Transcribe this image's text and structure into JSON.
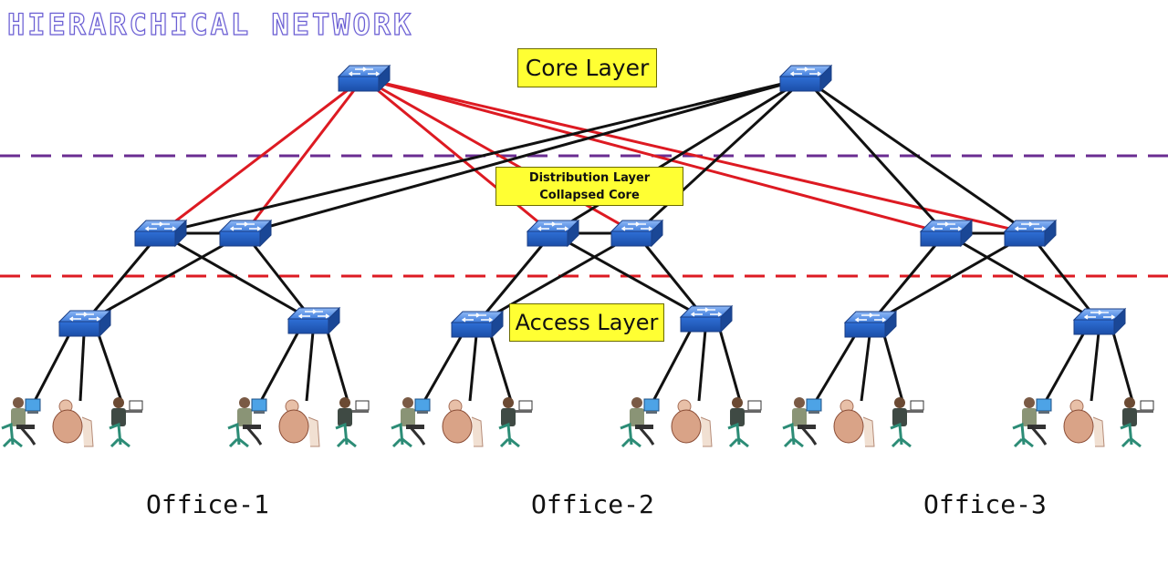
{
  "title": "HIERARCHICAL NETWORK",
  "layers": {
    "core": "Core Layer",
    "distribution_line1": "Distribution Layer",
    "distribution_line2": "Collapsed Core",
    "access": "Access Layer"
  },
  "offices": [
    "Office-1",
    "Office-2",
    "Office-3"
  ],
  "colors": {
    "core_links": "#dd1a22",
    "other_links": "#111111",
    "core_boundary": "#6a2c91",
    "access_boundary": "#dd1a22",
    "label_bg": "#ffff33",
    "switch": "#2f6fd6",
    "title_outline": "#6b5fd3"
  },
  "icons": [
    "switch-icon",
    "workstation-user-icon",
    "person-icon",
    "laptop-user-icon"
  ]
}
